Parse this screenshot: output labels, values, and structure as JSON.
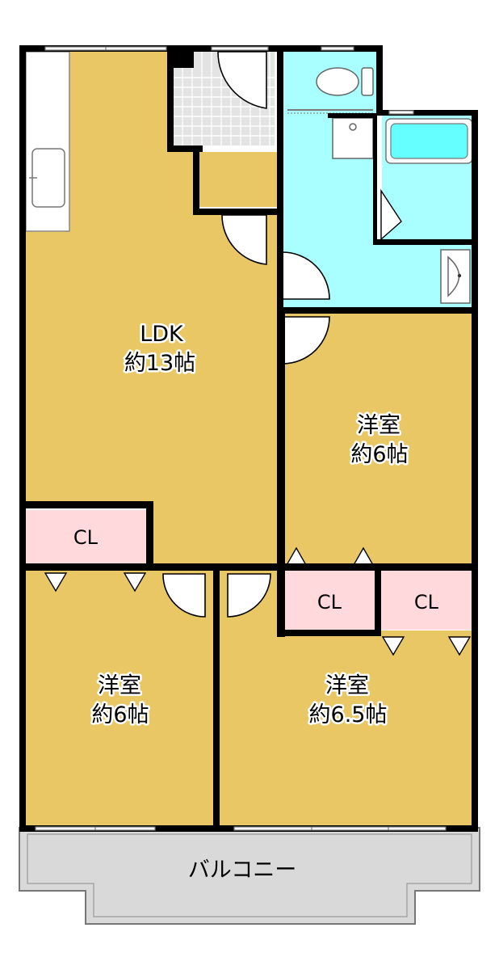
{
  "floorplan": {
    "colors": {
      "room_floor": "#e9c765",
      "wet_area": "#a9ffff",
      "closet": "#ffd9dc",
      "balcony": "#d9d9d9",
      "wall": "#000000",
      "bath_tub": "#66ffff",
      "entrance_tile": "#e3e3e3"
    },
    "rooms": {
      "ldk": {
        "name": "LDK",
        "size": "約13帖"
      },
      "western_top": {
        "name": "洋室",
        "size": "約6帖"
      },
      "western_left": {
        "name": "洋室",
        "size": "約6帖"
      },
      "western_right": {
        "name": "洋室",
        "size": "約6.5帖"
      }
    },
    "closets": {
      "left": "CL",
      "mid": "CL",
      "right": "CL"
    },
    "balcony": "バルコニー"
  }
}
